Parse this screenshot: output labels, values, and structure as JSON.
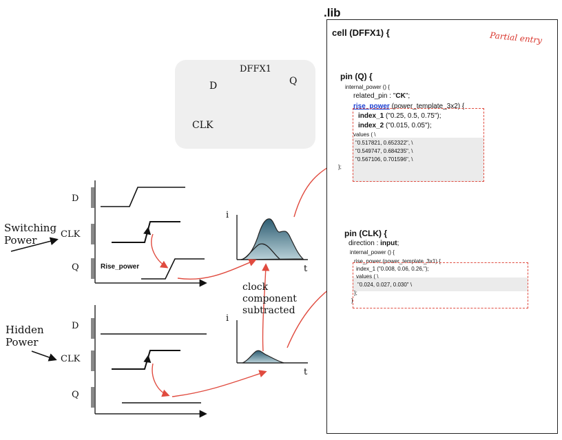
{
  "lib": {
    "title": ".lib",
    "cell_line": "cell (DFFX1) {",
    "partial_note": "Partial entry",
    "pin_q": {
      "header": "pin (Q) {",
      "internal_power": "internal_power () {",
      "related_pin_prefix": "related_pin : \"",
      "related_pin_value": "CK",
      "related_pin_suffix": "\";",
      "rise_power_keyword": "rise_power",
      "rise_power_rest": " (power_template_3x2) {",
      "index_1_key": "index_1",
      "index_1_val": " (\"0.25, 0.5, 0.75\");",
      "index_2_key": "index_2",
      "index_2_val": " (\"0.015, 0.05\");",
      "values_open": "values ( \\",
      "values": [
        "\"0.517821, 0.652322\", \\",
        "\"0.549747, 0.684235\", \\",
        "\"0.567106, 0.701596\", \\"
      ],
      "close": "};"
    },
    "pin_clk": {
      "header": "pin (CLK) {",
      "direction_prefix": "direction : ",
      "direction_value": "input",
      "direction_suffix": ";",
      "internal_power": "internal_power () {",
      "rise_power": "rise_power (power_template_3x1) {",
      "index_1": "index_1 (\"0.008, 0.06, 0.26,\");",
      "values_open": "values ( \\",
      "values": [
        "\"0.024, 0.027, 0.030\" \\"
      ],
      "close": "};",
      "close2": "}"
    }
  },
  "flipflop": {
    "title": "DFFX1",
    "pin_d": "D",
    "pin_clk": "CLK",
    "pin_q": "Q"
  },
  "switching": {
    "caption_line1": "Switching",
    "caption_line2": "Power",
    "sig_d": "D",
    "sig_clk": "CLK",
    "sig_q": "Q",
    "rise_label": "Rise_power"
  },
  "hidden": {
    "caption_line1": "Hidden",
    "caption_line2": "Power",
    "sig_d": "D",
    "sig_clk": "CLK",
    "sig_q": "Q"
  },
  "current_plot": {
    "y_label": "i",
    "x_label": "t"
  },
  "note": {
    "line1": "clock",
    "line2": "component",
    "line3": "subtracted"
  },
  "colors": {
    "accent_red": "#e04b3f",
    "keyword_blue": "#1a3fd1",
    "curve_fill": "#5f8b9a"
  }
}
